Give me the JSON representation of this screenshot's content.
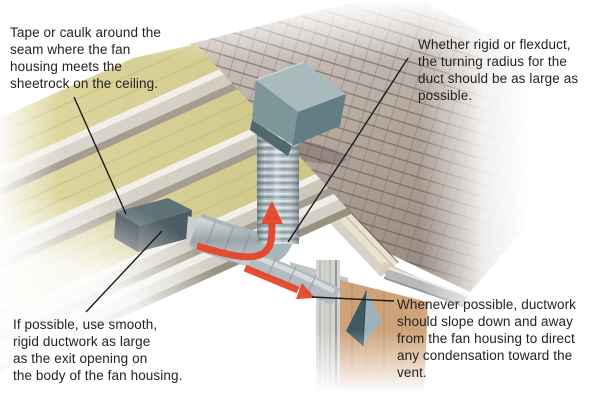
{
  "figure": {
    "title": "Bath fan duct routing through attic to roof vent (cutaway illustration)",
    "background": "#ffffff",
    "annotations": {
      "top_left": {
        "text": "Tape or caulk around the\nseam where the fan\nhousing meets the\nsheetrock on the ceiling."
      },
      "top_right": {
        "text": "Whether rigid or flexduct,\nthe turning radius for the\nduct should be as large as\npossible."
      },
      "bottom_left": {
        "text": "If possible, use smooth,\nrigid ductwork as large\nas the exit opening on\nthe body of the fan housing."
      },
      "bottom_right": {
        "text": "Whenever possible, ductwork\nshould slope down and away\nfrom the fan housing to direct\nany condensation toward the\nvent."
      }
    },
    "colors": {
      "airflow_arrow": "#e8442a",
      "leader_line": "#1a1a1a",
      "text": "#232323",
      "roof_shingles": "#a2958c",
      "roof_vent_cap": "#7d969a",
      "flex_duct": "#b4c0c6",
      "fan_housing": "#4e5c63",
      "insulation": "#d8d09c",
      "joist_wood": "#d8d3c9",
      "wall_sheathing": "#cfa379",
      "wall_vent": "#9db2bc"
    },
    "elements": [
      "roof-shingles",
      "roof-vent-cap",
      "vertical-flex-duct",
      "duct-elbow",
      "horizontal-duct",
      "sloped-duct",
      "fan-housing",
      "ceiling-joists",
      "insulation",
      "ceiling-sheetrock",
      "eave-fascia",
      "wall-studs",
      "wall-vent",
      "airflow-arrow-up",
      "airflow-arrow-down",
      "leader-lines"
    ]
  }
}
